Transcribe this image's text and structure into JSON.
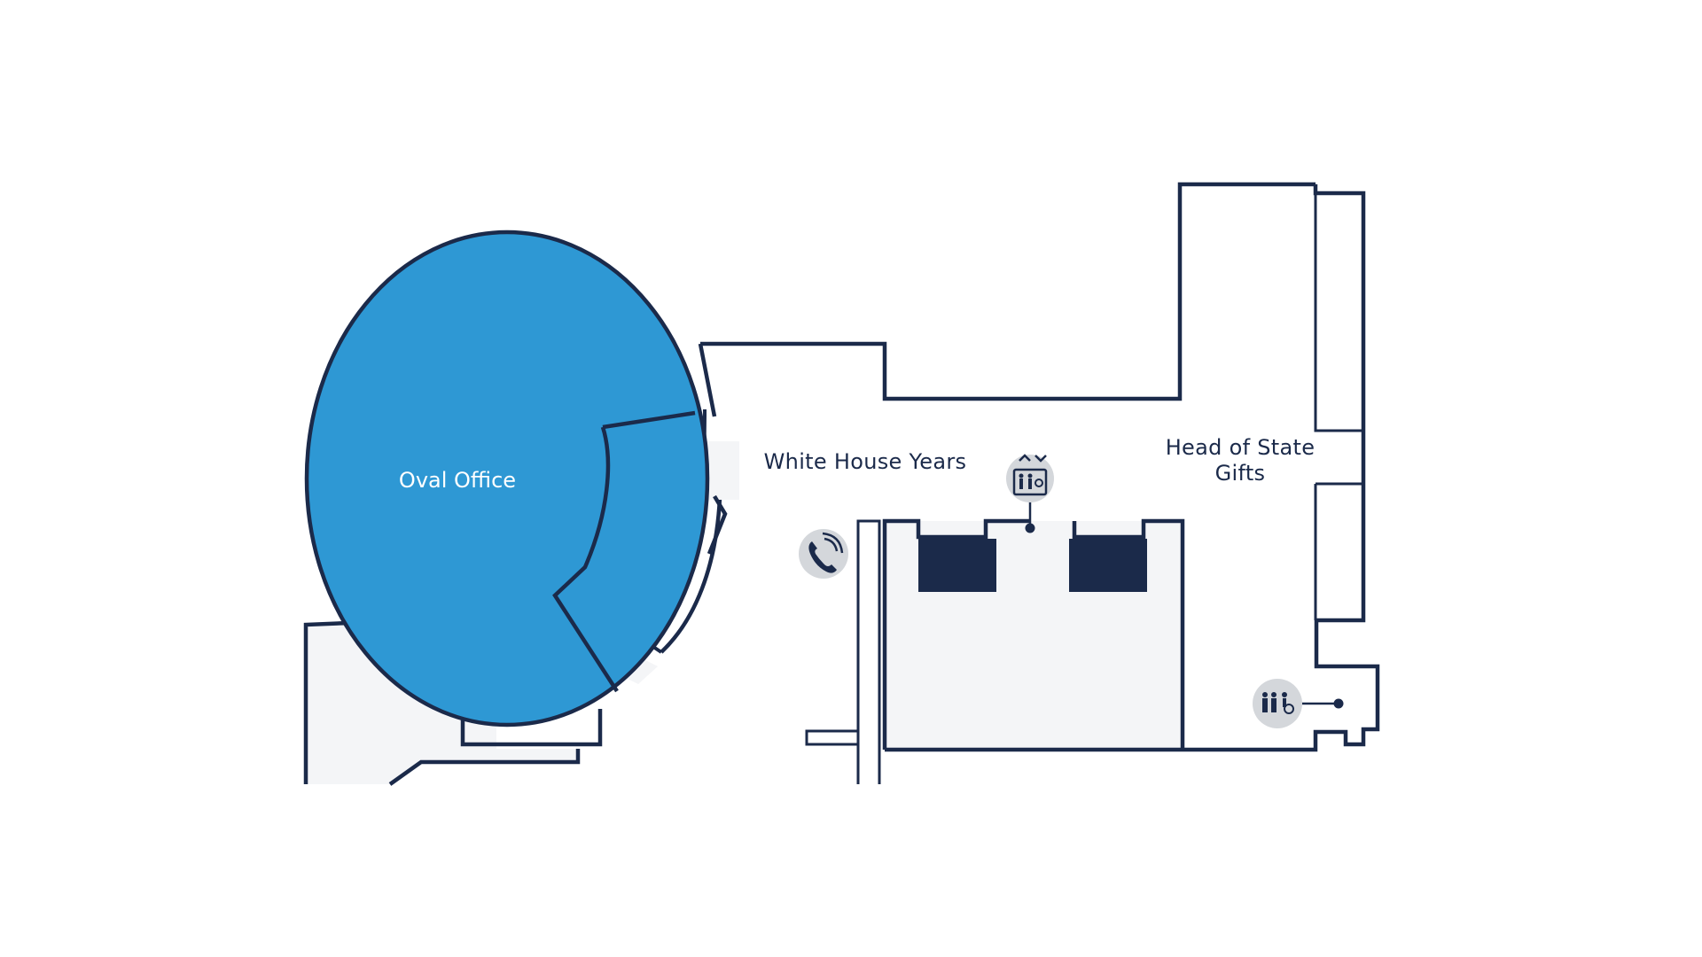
{
  "rooms": {
    "oval_office": "Oval Office",
    "white_house_years": "White House Years",
    "head_of_state_line1": "Head of State",
    "head_of_state_line2": "Gifts"
  },
  "icons": {
    "elevator": "elevator-icon",
    "phone": "phone-icon",
    "restroom": "restroom-icon"
  },
  "colors": {
    "highlight": "#2e98d4",
    "wall": "#1b2a4a",
    "secondary_fill": "#f4f5f7",
    "icon_badge": "#d4d7db"
  }
}
